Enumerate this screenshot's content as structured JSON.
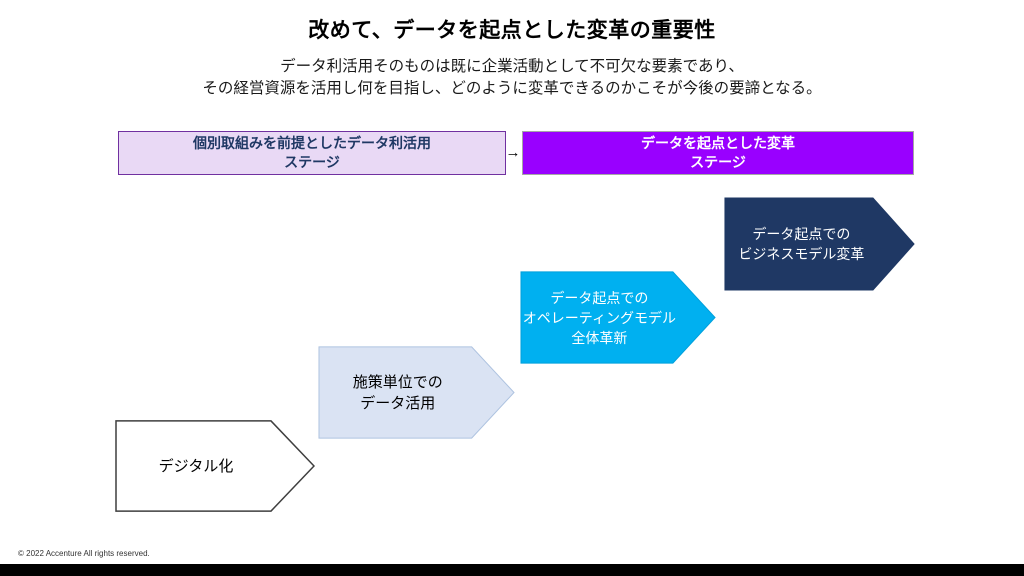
{
  "slide": {
    "title": "改めて、データを起点とした変革の重要性",
    "subtitle_line1": "データ利活用そのものは既に企業活動として不可欠な要素であり、",
    "subtitle_line2": "その経営資源を活用し何を目指し、どのように変革できるのかこそが今後の要諦となる。",
    "footer": "© 2022 Accenture  All rights reserved."
  },
  "stages": {
    "arrow": "→",
    "left": {
      "line1": "個別取組みを前提としたデータ利活用",
      "line2": "ステージ",
      "bg": "#e9d9f5",
      "border": "#7030a0",
      "text_color": "#1f3864"
    },
    "right": {
      "line1": "データを起点とした変革",
      "line2": "ステージ",
      "bg": "#9900ff",
      "border": "#a6a6a6",
      "text_color": "#ffffff"
    }
  },
  "steps": [
    {
      "name": "digitalization",
      "label_lines": [
        "デジタル化"
      ],
      "bg": "#ffffff",
      "border": "#3f3f3f",
      "text_color": "#000000"
    },
    {
      "name": "per-measure-data-use",
      "label_lines": [
        "施策単位での",
        "データ活用"
      ],
      "bg": "#dae3f3",
      "border": "#aec3e0",
      "text_color": "#000000"
    },
    {
      "name": "operating-model-reform",
      "label_lines": [
        "データ起点での",
        "オペレーティングモデル",
        "全体革新"
      ],
      "bg": "#00b0f0",
      "border": "#00a0dc",
      "text_color": "#ffffff"
    },
    {
      "name": "business-model-reform",
      "label_lines": [
        "データ起点での",
        "ビジネスモデル変革"
      ],
      "bg": "#1f3864",
      "border": "#1f3864",
      "text_color": "#ffffff"
    }
  ]
}
